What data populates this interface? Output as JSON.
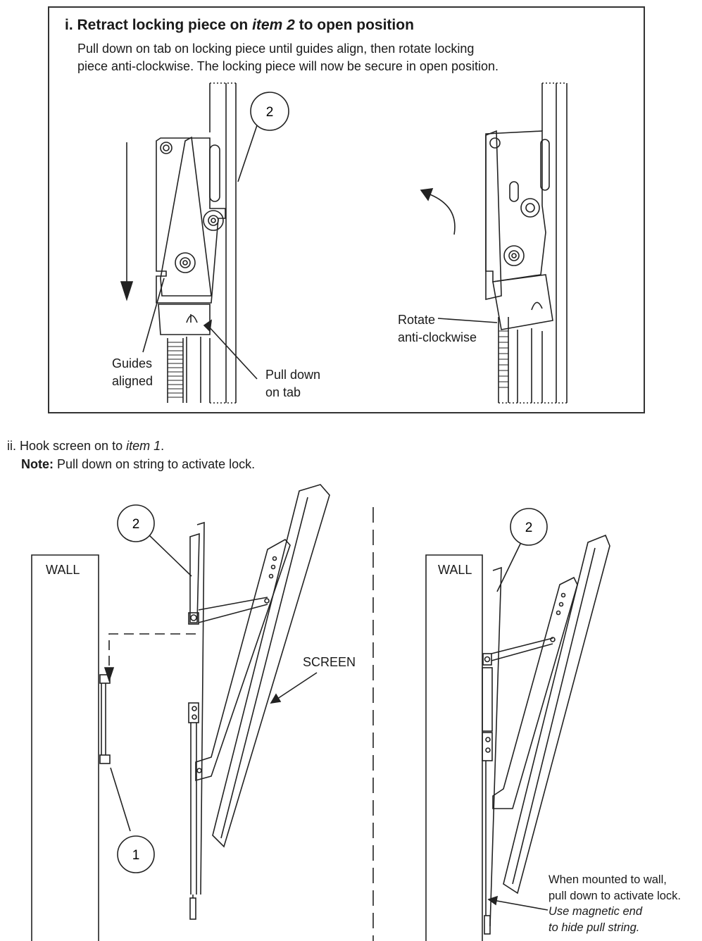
{
  "step1": {
    "title_prefix": "i. Retract locking piece on ",
    "title_item": "item 2",
    "title_suffix": " to open position",
    "desc_line1": "Pull down on tab on locking piece until guides align, then rotate locking",
    "desc_line2": "piece anti-clockwise. The locking piece will now be secure in open position.",
    "callout_item": "2",
    "guides_line1": "Guides",
    "guides_line2": "aligned",
    "pull_line1": "Pull down",
    "pull_line2": "on tab",
    "rotate_line1": "Rotate",
    "rotate_line2": "anti-clockwise"
  },
  "step2": {
    "line_prefix": "ii. Hook screen on to ",
    "line_item": "item 1",
    "line_suffix": ".",
    "note_label": "Note:",
    "note_text": " Pull down on string to activate lock.",
    "wall_label_left": "WALL",
    "wall_label_right": "WALL",
    "screen_label": "SCREEN",
    "callout_2_left": "2",
    "callout_1": "1",
    "callout_2_right": "2",
    "mounted_line1": "When mounted to wall,",
    "mounted_line2": "pull down to activate lock.",
    "magnet_line1": "Use magnetic end",
    "magnet_line2": "to hide pull string."
  }
}
